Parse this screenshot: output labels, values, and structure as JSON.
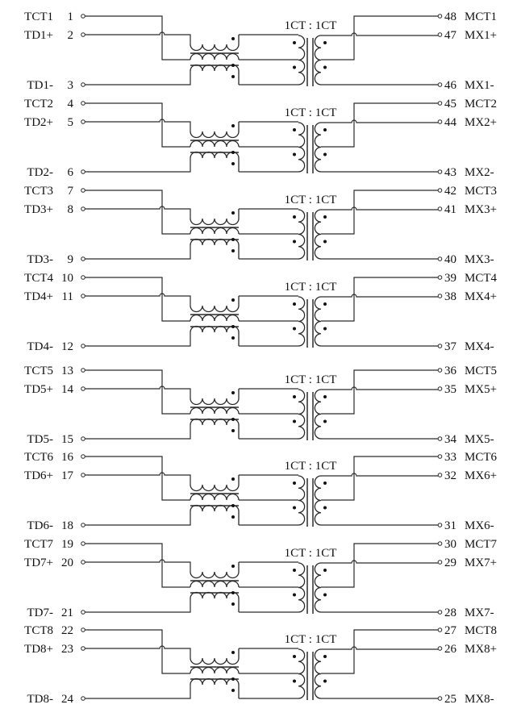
{
  "diagram": {
    "title": "",
    "colors": {
      "line": "#2a2a2a",
      "text": "#111111",
      "background": "#ffffff"
    },
    "channels": [
      {
        "id": 1,
        "ratio": "1CT : 1CT",
        "left": [
          {
            "name": "TCT1",
            "pin": "1"
          },
          {
            "name": "TD1+",
            "pin": "2"
          },
          {
            "name": "TD1-",
            "pin": "3"
          }
        ],
        "right": [
          {
            "pin": "48",
            "name": "MCT1"
          },
          {
            "pin": "47",
            "name": "MX1+"
          },
          {
            "pin": "46",
            "name": "MX1-"
          }
        ]
      },
      {
        "id": 2,
        "ratio": "1CT : 1CT",
        "left": [
          {
            "name": "TCT2",
            "pin": "4"
          },
          {
            "name": "TD2+",
            "pin": "5"
          },
          {
            "name": "TD2-",
            "pin": "6"
          }
        ],
        "right": [
          {
            "pin": "45",
            "name": "MCT2"
          },
          {
            "pin": "44",
            "name": "MX2+"
          },
          {
            "pin": "43",
            "name": "MX2-"
          }
        ]
      },
      {
        "id": 3,
        "ratio": "1CT : 1CT",
        "left": [
          {
            "name": "TCT3",
            "pin": "7"
          },
          {
            "name": "TD3+",
            "pin": "8"
          },
          {
            "name": "TD3-",
            "pin": "9"
          }
        ],
        "right": [
          {
            "pin": "42",
            "name": "MCT3"
          },
          {
            "pin": "41",
            "name": "MX3+"
          },
          {
            "pin": "40",
            "name": "MX3-"
          }
        ]
      },
      {
        "id": 4,
        "ratio": "1CT : 1CT",
        "left": [
          {
            "name": "TCT4",
            "pin": "10"
          },
          {
            "name": "TD4+",
            "pin": "11"
          },
          {
            "name": "TD4-",
            "pin": "12"
          }
        ],
        "right": [
          {
            "pin": "39",
            "name": "MCT4"
          },
          {
            "pin": "38",
            "name": "MX4+"
          },
          {
            "pin": "37",
            "name": "MX4-"
          }
        ]
      },
      {
        "id": 5,
        "ratio": "1CT : 1CT",
        "left": [
          {
            "name": "TCT5",
            "pin": "13"
          },
          {
            "name": "TD5+",
            "pin": "14"
          },
          {
            "name": "TD5-",
            "pin": "15"
          }
        ],
        "right": [
          {
            "pin": "36",
            "name": "MCT5"
          },
          {
            "pin": "35",
            "name": "MX5+"
          },
          {
            "pin": "34",
            "name": "MX5-"
          }
        ]
      },
      {
        "id": 6,
        "ratio": "1CT : 1CT",
        "left": [
          {
            "name": "TCT6",
            "pin": "16"
          },
          {
            "name": "TD6+",
            "pin": "17"
          },
          {
            "name": "TD6-",
            "pin": "18"
          }
        ],
        "right": [
          {
            "pin": "33",
            "name": "MCT6"
          },
          {
            "pin": "32",
            "name": "MX6+"
          },
          {
            "pin": "31",
            "name": "MX6-"
          }
        ]
      },
      {
        "id": 7,
        "ratio": "1CT : 1CT",
        "left": [
          {
            "name": "TCT7",
            "pin": "19"
          },
          {
            "name": "TD7+",
            "pin": "20"
          },
          {
            "name": "TD7-",
            "pin": "21"
          }
        ],
        "right": [
          {
            "pin": "30",
            "name": "MCT7"
          },
          {
            "pin": "29",
            "name": "MX7+"
          },
          {
            "pin": "28",
            "name": "MX7-"
          }
        ]
      },
      {
        "id": 8,
        "ratio": "1CT : 1CT",
        "left": [
          {
            "name": "TCT8",
            "pin": "22"
          },
          {
            "name": "TD8+",
            "pin": "23"
          },
          {
            "name": "TD8-",
            "pin": "24"
          }
        ],
        "right": [
          {
            "pin": "27",
            "name": "MCT8"
          },
          {
            "pin": "26",
            "name": "MX8+"
          },
          {
            "pin": "25",
            "name": "MX8-"
          }
        ]
      }
    ]
  }
}
